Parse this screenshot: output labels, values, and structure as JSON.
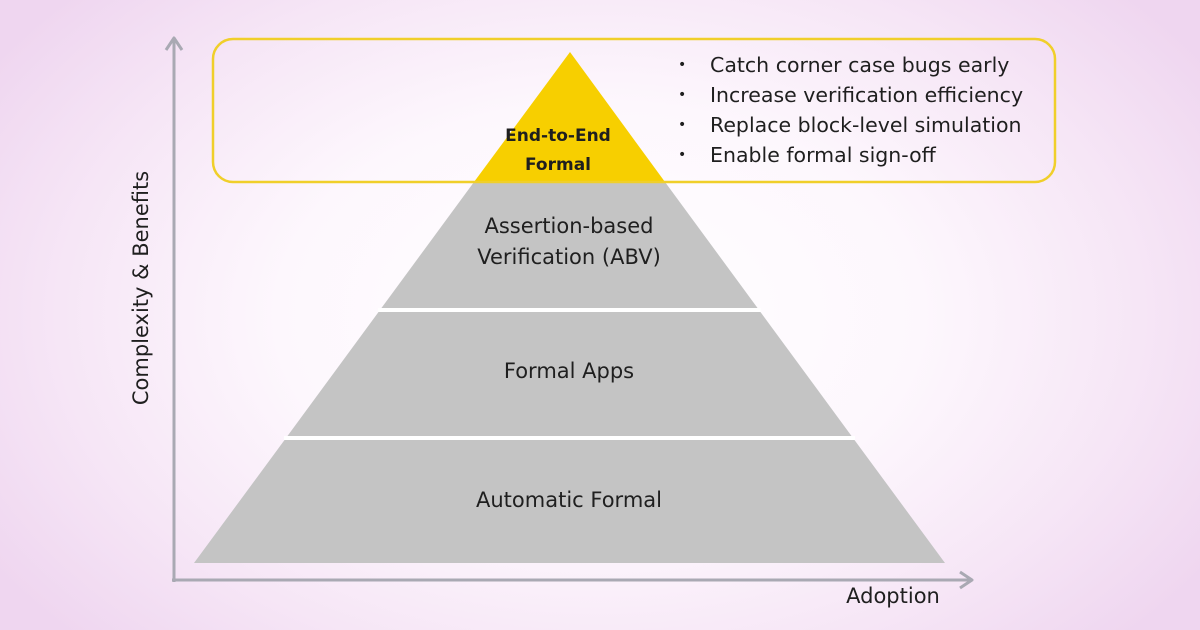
{
  "axes": {
    "y_label": "Complexity & Benefits",
    "x_label": "Adoption"
  },
  "pyramid": {
    "top": {
      "line1": "End-to-End",
      "line2": "Formal",
      "color": "#f7cf00"
    },
    "tiers": [
      {
        "line1": "Assertion-based",
        "line2": "Verification (ABV)"
      },
      {
        "label": "Formal Apps"
      },
      {
        "label": "Automatic Formal"
      }
    ],
    "tier_color": "#c4c4c4"
  },
  "callout": {
    "border_color": "#f0cf2a",
    "bullets": [
      "Catch corner case bugs early",
      "Increase verification efficiency",
      "Replace block-level simulation",
      "Enable formal sign-off"
    ]
  }
}
